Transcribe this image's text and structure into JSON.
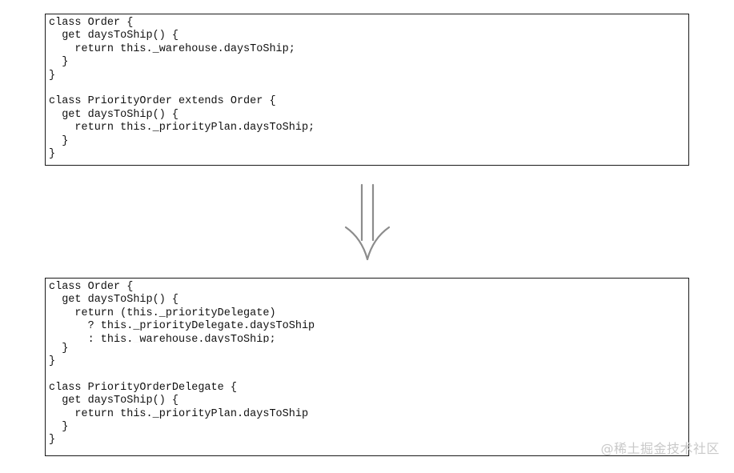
{
  "before": {
    "lines": [
      "class Order {",
      "  get daysToShip() {",
      "    return this._warehouse.daysToShip;",
      "  }",
      "}",
      "",
      "class PriorityOrder extends Order {",
      "  get daysToShip() {",
      "    return this._priorityPlan.daysToShip;",
      "  }",
      "}"
    ]
  },
  "after": {
    "lines": [
      "class Order {",
      "  get daysToShip() {",
      "    return (this._priorityDelegate)",
      "      ? this._priorityDelegate.daysToShip",
      "      : this._warehouse.daysToShip;",
      "  }",
      "}",
      "",
      "class PriorityOrderDelegate {",
      "  get daysToShip() {",
      "    return this._priorityPlan.daysToShip",
      "  }",
      "}"
    ]
  },
  "arrow": {
    "icon": "double-down-arrow-icon",
    "color": "#8c8c8c"
  },
  "watermark": {
    "text": "@稀土掘金技术社区"
  }
}
